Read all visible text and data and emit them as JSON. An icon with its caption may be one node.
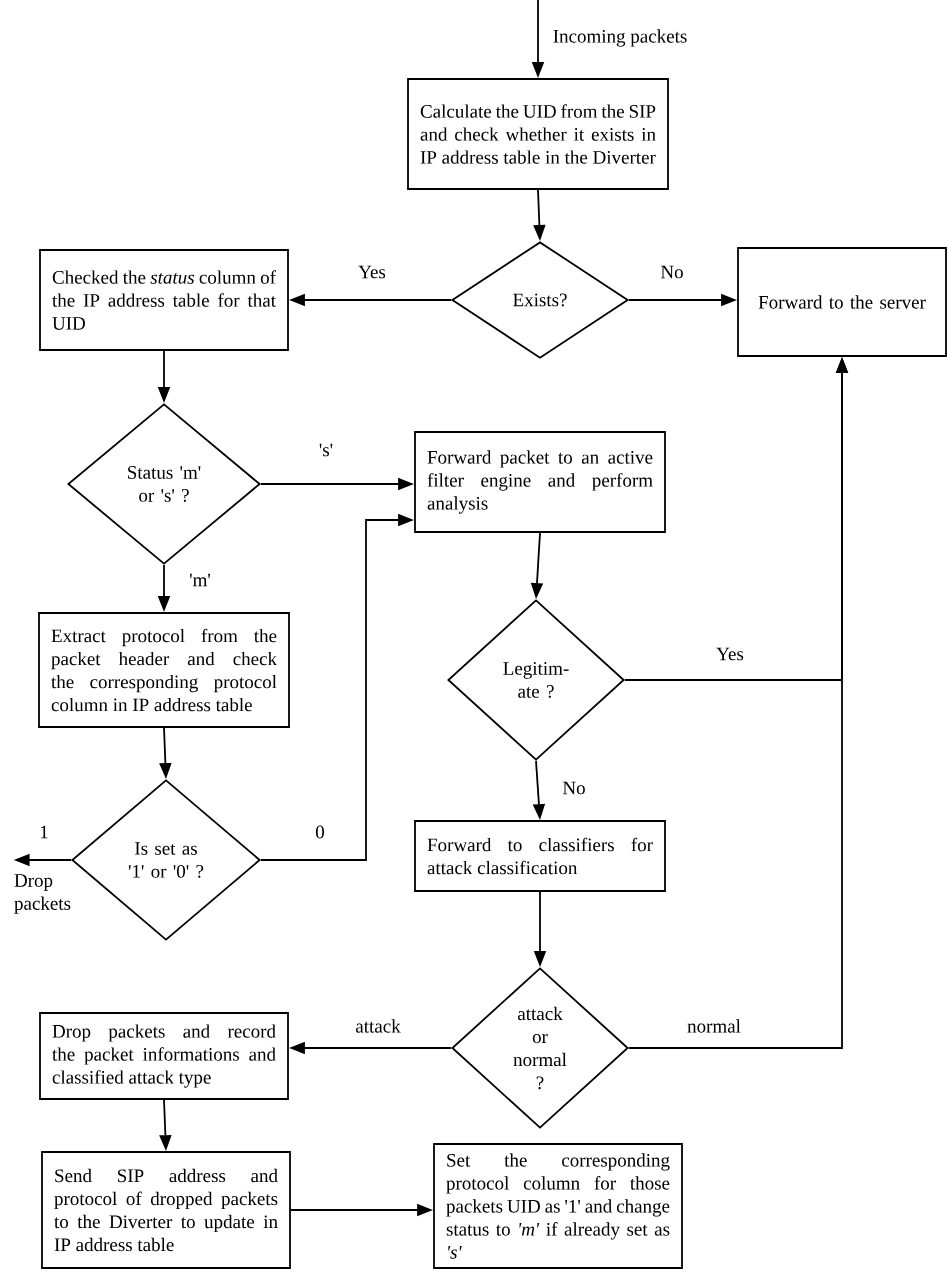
{
  "diagram": {
    "nodes": [
      {
        "text": [
          "Calculate the UID from the SIP and check whether it exists in IP address table in the Diverter"
        ]
      },
      {
        "text": [
          "Exists?"
        ]
      },
      {
        "text": [
          "Checked the *status* column of the IP address table for that UID"
        ]
      },
      {
        "text": [
          "Forward to the server"
        ]
      },
      {
        "text": [
          "Status 'm' or 's' ?"
        ]
      },
      {
        "text": [
          "Forward packet to an active filter engine and perform analysis"
        ]
      },
      {
        "text": [
          "Extract protocol from the packet header and check the corresponding protocol column in IP address table"
        ]
      },
      {
        "text": [
          "Legitim- ate ?"
        ]
      },
      {
        "text": [
          "Is set as '1' or '0' ?"
        ]
      },
      {
        "text": [
          "Forward to classifiers for attack classification"
        ]
      },
      {
        "text": [
          "attack or normal ?"
        ]
      },
      {
        "text": [
          "Drop packets and record the packet informations and classified attack type"
        ]
      },
      {
        "text": [
          "Send SIP address and protocol of dropped packets to the Diverter to update in IP address table"
        ]
      },
      {
        "text": [
          "Set the corresponding protocol column for those packets UID as '1' and change status to *'m'* if already set as *'s'*"
        ]
      },
      {
        "text": [
          "Drop packets"
        ]
      }
    ],
    "edges": [
      {
        "from": null,
        "to": 0,
        "arrow": "to",
        "label": "Incoming packets"
      },
      {
        "from": 0,
        "to": 1,
        "arrow": "to"
      },
      {
        "from": 1,
        "to": 2,
        "arrow": "to",
        "label": "Yes"
      },
      {
        "from": 1,
        "to": 3,
        "arrow": "to",
        "label": "No"
      },
      {
        "from": 2,
        "to": 4,
        "arrow": "to"
      },
      {
        "from": 4,
        "to": 5,
        "arrow": "to",
        "label": "'s'"
      },
      {
        "from": 4,
        "to": 6,
        "arrow": "to",
        "label": "'m'"
      },
      {
        "from": 6,
        "to": 8,
        "arrow": "to"
      },
      {
        "from": 8,
        "to": 14,
        "arrow": "to",
        "label": "1"
      },
      {
        "from": 8,
        "to": 5,
        "arrow": "to",
        "label": "0"
      },
      {
        "from": 5,
        "to": 7,
        "arrow": "to"
      },
      {
        "from": 7,
        "to": 3,
        "arrow": "to",
        "label": "Yes"
      },
      {
        "from": 7,
        "to": 9,
        "arrow": "to",
        "label": "No"
      },
      {
        "from": 9,
        "to": 10,
        "arrow": "to"
      },
      {
        "from": 10,
        "to": 11,
        "arrow": "to",
        "label": "attack"
      },
      {
        "from": 10,
        "to": 3,
        "arrow": "to",
        "label": "normal"
      },
      {
        "from": 11,
        "to": 12,
        "arrow": "to"
      },
      {
        "from": 12,
        "to": 13,
        "arrow": "to"
      }
    ]
  }
}
